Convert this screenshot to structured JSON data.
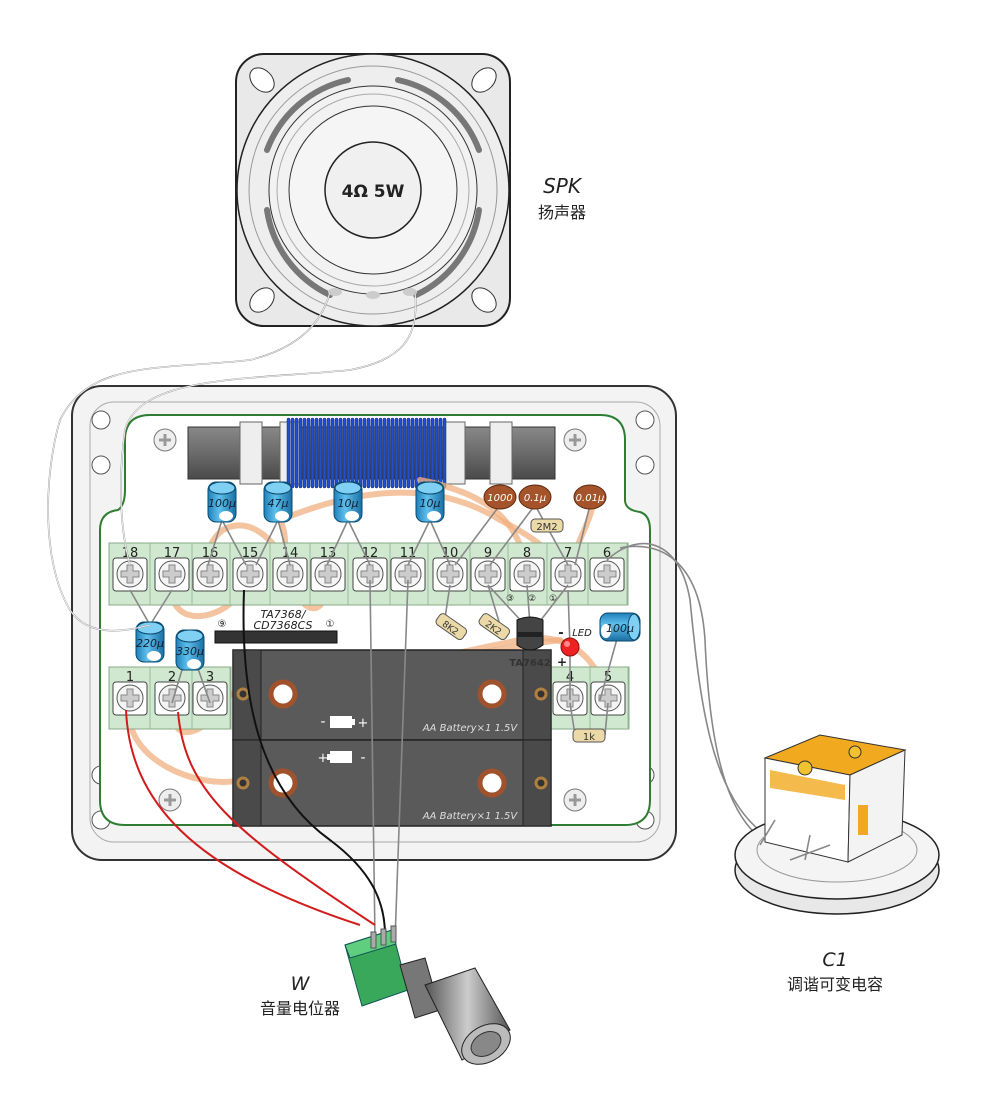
{
  "speaker": {
    "rating": "4Ω 5W",
    "label": "SPK",
    "label_cn": "扬声器"
  },
  "board": {
    "top_terminals": [
      "18",
      "17",
      "16",
      "15",
      "14",
      "13",
      "12",
      "11",
      "10",
      "9",
      "8",
      "7",
      "6"
    ],
    "bottom_left_terminals": [
      "1",
      "2",
      "3"
    ],
    "bottom_right_terminals": [
      "4",
      "5"
    ],
    "electrolytic_caps": [
      "100μ",
      "47μ",
      "10μ",
      "10μ",
      "220μ",
      "330μ",
      "100μ"
    ],
    "ceramic_caps": [
      "1000",
      "0.1μ",
      "0.01μ"
    ],
    "resistors": [
      "2M2",
      "8K2",
      "2K2",
      "1k"
    ],
    "ic": {
      "name_line1": "TA7368/",
      "name_line2": "CD7368CS",
      "pin_left": "⑨",
      "pin_right": "①"
    },
    "transistor": {
      "name": "TA7642",
      "pins": [
        "③",
        "②",
        "①"
      ]
    },
    "led": {
      "label": "LED",
      "minus": "-",
      "plus": "+"
    },
    "batteries": [
      {
        "label": "AA Battery×1  1.5V",
        "minus": "-",
        "plus": "+"
      },
      {
        "label": "AA Battery×1  1.5V",
        "minus": "-",
        "plus": "+"
      }
    ]
  },
  "pot": {
    "label": "W",
    "label_cn": "音量电位器"
  },
  "varcap": {
    "label": "C1",
    "label_cn": "调谐可变电容"
  },
  "colors": {
    "board_green": "#2e7d32",
    "terminal_green": "#cfe8cf",
    "coil_blue": "#1f4fd0",
    "cap_blue": "#2a9fd6",
    "ceramic_brown": "#a5532b",
    "trace_orange": "#f0b080",
    "wire_red": "#d21b1b"
  }
}
